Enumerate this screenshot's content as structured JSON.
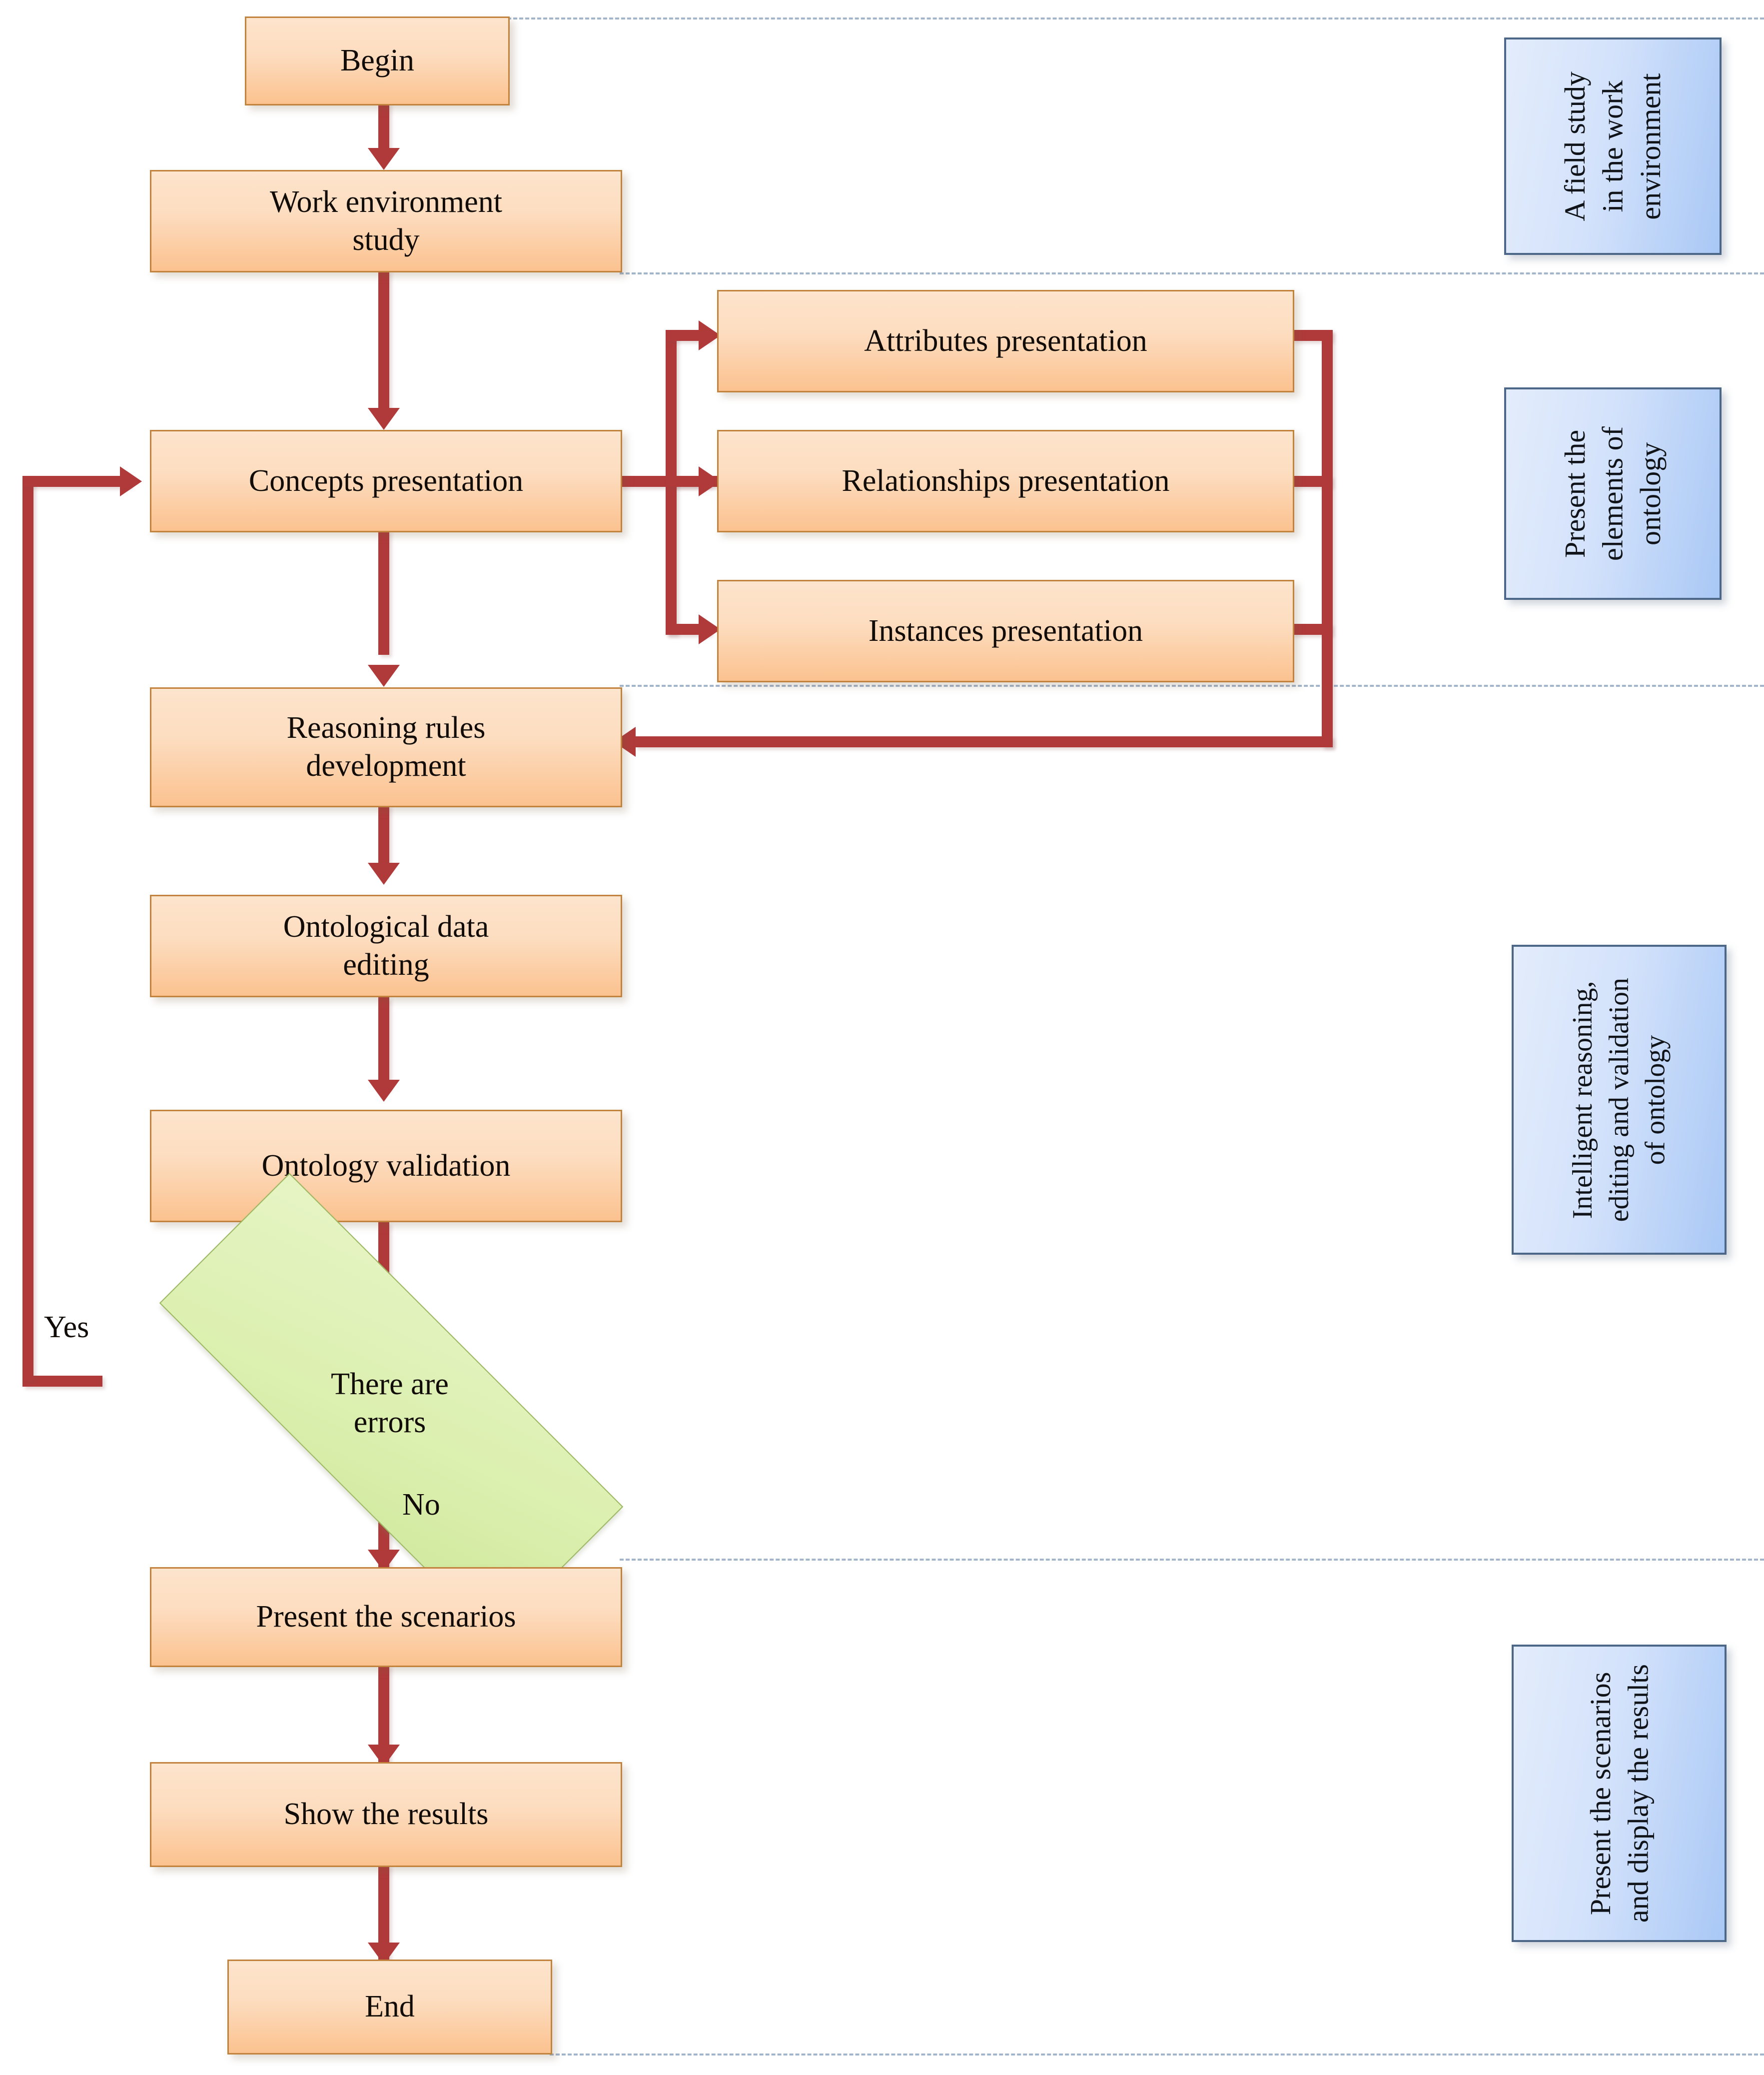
{
  "diagram": {
    "type": "flowchart",
    "title": "Ontology development and scenario presentation flowchart",
    "colors": {
      "node_fill_top": "#fde4cc",
      "node_fill_bottom": "#fbc28f",
      "node_border": "#c2833f",
      "decision_fill": "#dcf0b0",
      "decision_border": "#9cb861",
      "connector": "#b03a3a",
      "annotation_fill": "#cadef8",
      "annotation_border": "#4c6787",
      "separator": "#9fb2c9"
    }
  },
  "nodes": {
    "begin": "Begin",
    "work_environment_study": "Work environment\nstudy",
    "concepts_presentation": "Concepts presentation",
    "attributes_presentation": "Attributes presentation",
    "relationships_presentation": "Relationships presentation",
    "instances_presentation": "Instances presentation",
    "reasoning_rules_development": "Reasoning rules\ndevelopment",
    "ontological_data_editing": "Ontological data\nediting",
    "ontology_validation": "Ontology validation",
    "there_are_errors": "There are\nerrors",
    "present_the_scenarios": "Present the scenarios",
    "show_the_results": "Show the results",
    "end": "End"
  },
  "edge_labels": {
    "yes": "Yes",
    "no": "No"
  },
  "annotations": [
    {
      "id": "phase-field-study",
      "text": "A field study\nin the work\nenvironment"
    },
    {
      "id": "phase-ontology-elements",
      "text": "Present the\nelements of\nontology"
    },
    {
      "id": "phase-reasoning-validation",
      "text": "Intelligent reasoning,\nediting and validation\nof ontology"
    },
    {
      "id": "phase-scenarios-results",
      "text": "Present the scenarios\nand display the results"
    }
  ]
}
